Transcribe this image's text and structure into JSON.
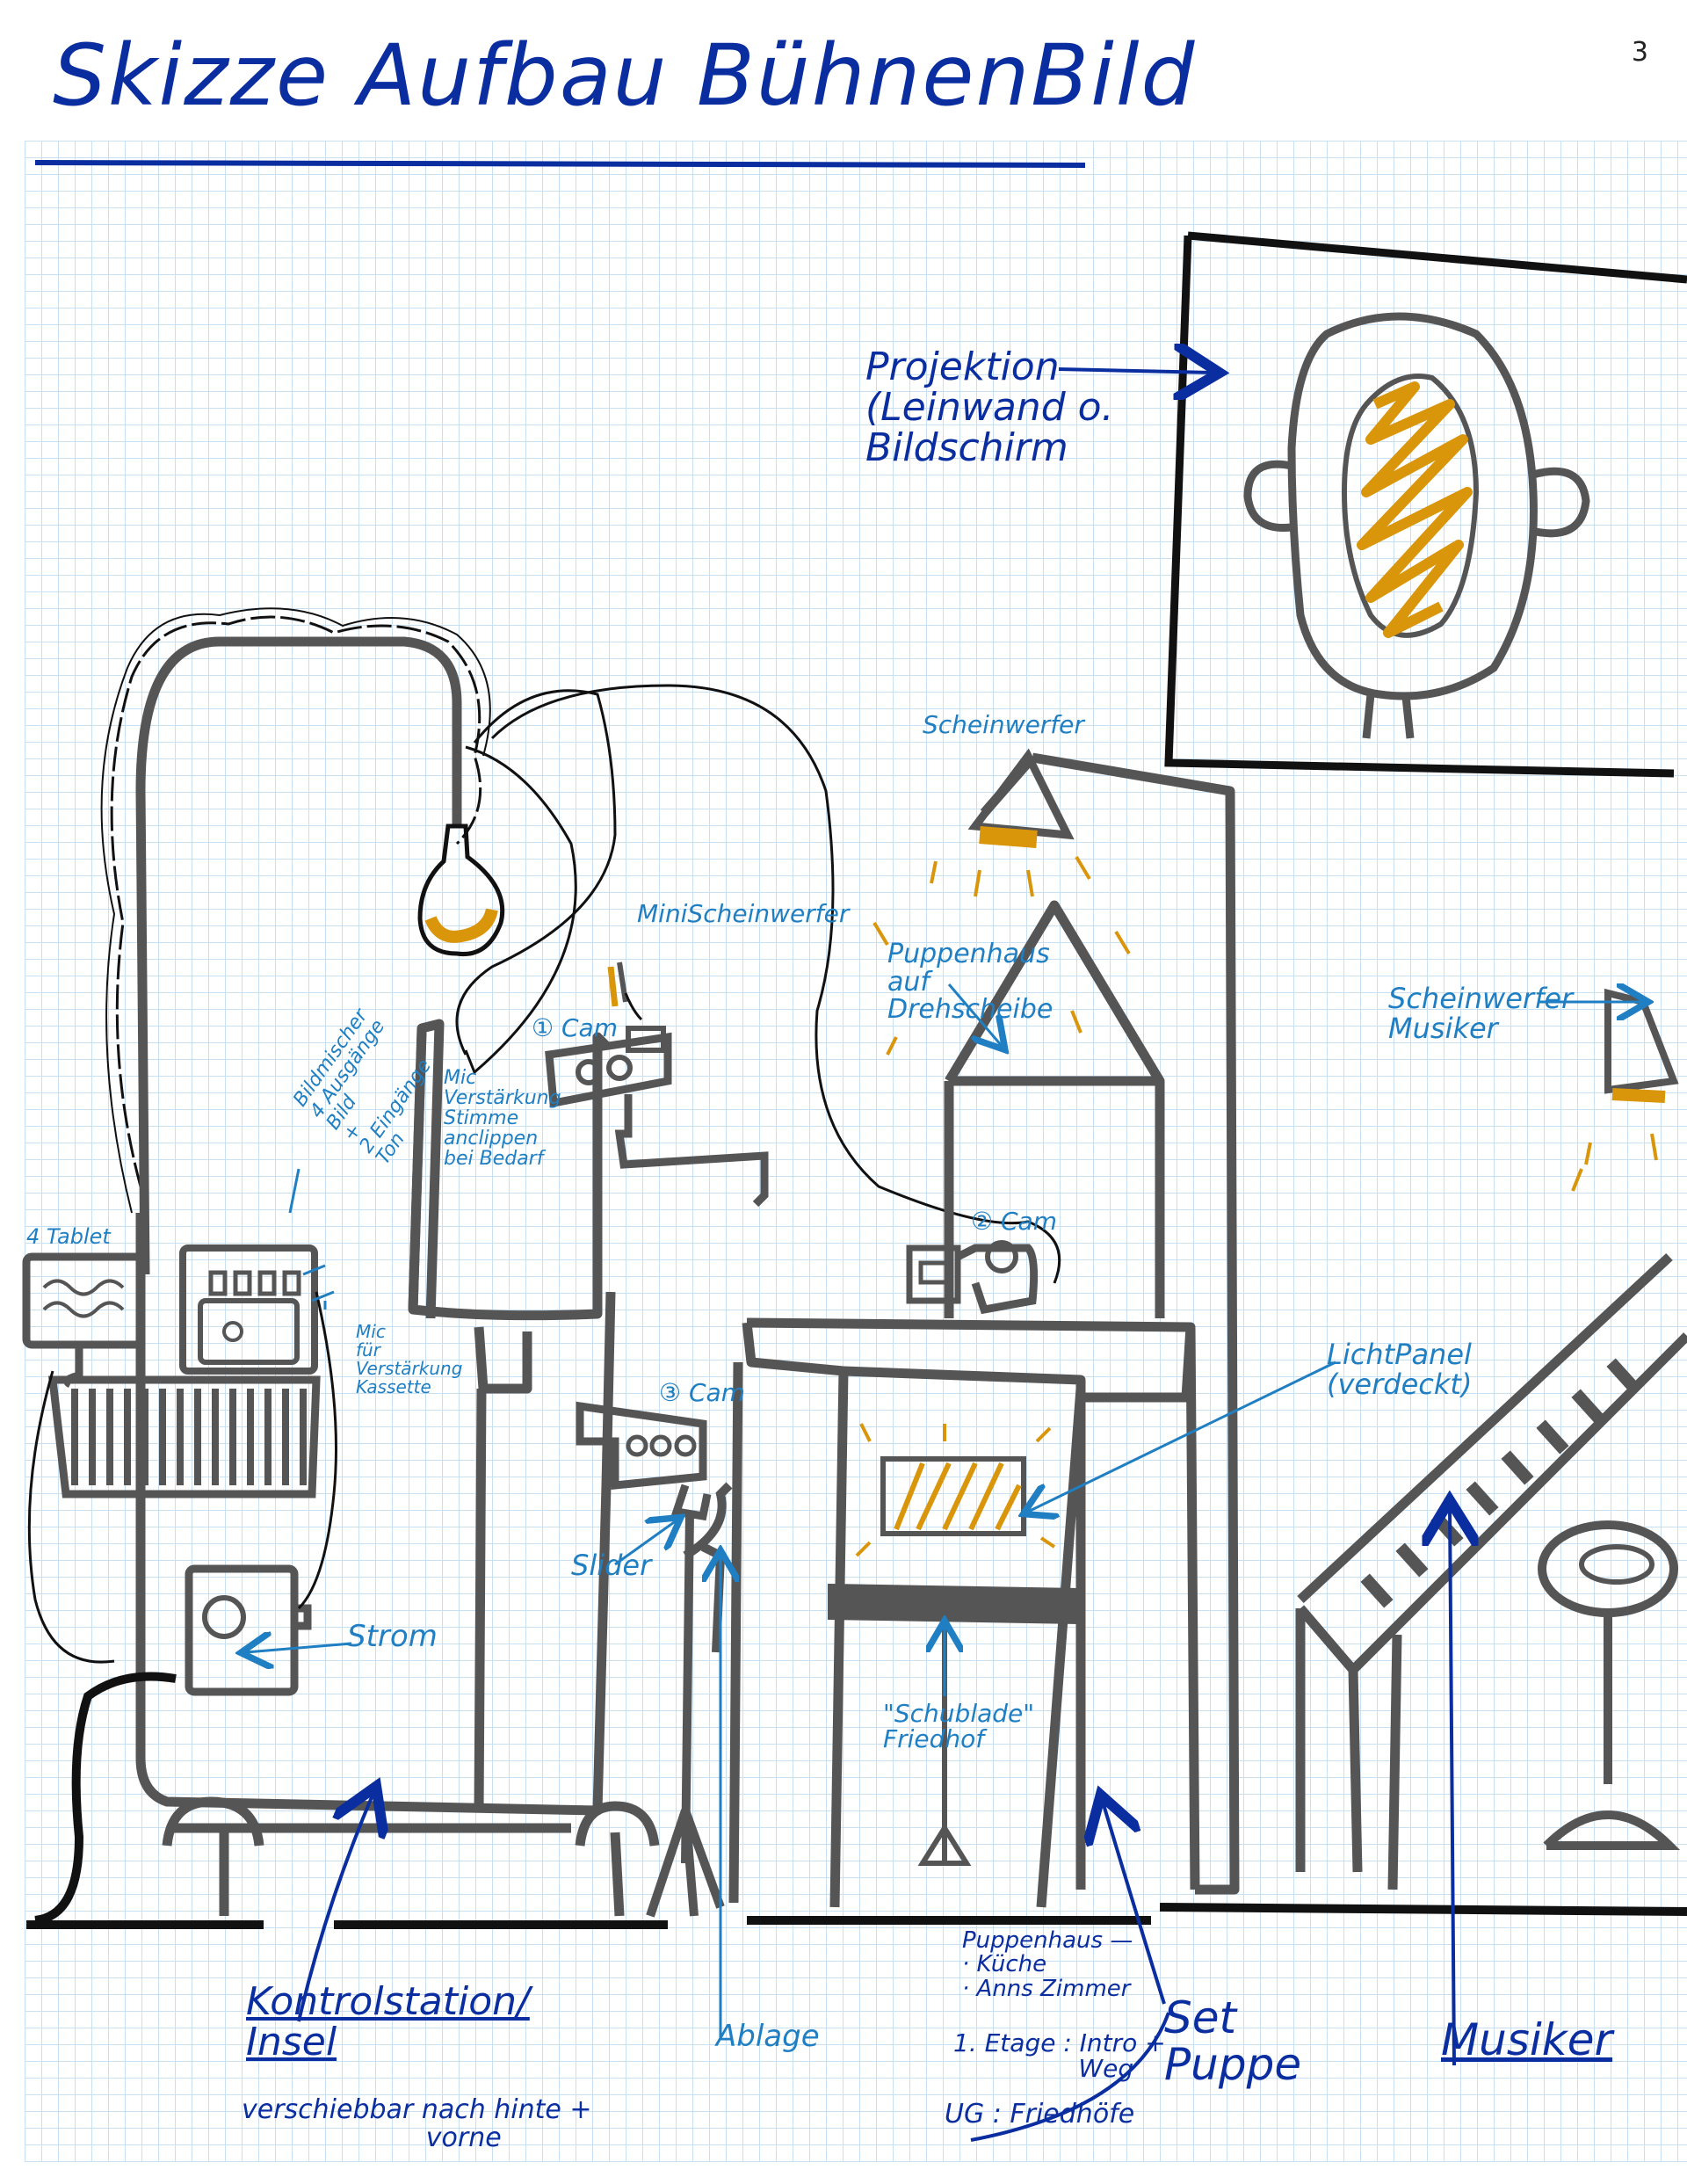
{
  "page_number": "3",
  "title": "Skizze Aufbau BühnenBild",
  "colors": {
    "ink": "#555555",
    "dark_ink": "#111111",
    "blue": "#1f7fc2",
    "dark_blue": "#0a2ea0",
    "accent": "#d9960a",
    "grid": "#c9dff2"
  },
  "labels": {
    "projektion": "Projektion\n(Leinwand o.\nBildschirm",
    "scheinwerfer_top": "Scheinwerfer",
    "mini_scheinwerfer": "MiniScheinwerfer",
    "puppenhaus_drehscheibe": "Puppenhaus\nauf\nDrehscheibe",
    "scheinwerfer_musiker": "Scheinwerfer\nMusiker",
    "cam1": "① Cam",
    "cam2": "② Cam",
    "cam3": "③ Cam",
    "mic_stimme": "Mic\nVerstärkung\nStimme\nanclippen\nbei Bedarf",
    "bildmischer": "Bildmischer\n4 Ausgänge\nBild\n+\n2 Eingänge\nTon",
    "tablet": "4 Tablet",
    "mic_kassette": "Mic\nfür\nVerstärkung\nKassette",
    "licht_panel": "LichtPanel\n(verdeckt)",
    "slider": "Slider",
    "strom": "Strom",
    "schublade": "\"Schublade\"\nFriedhof",
    "kontrollstation": "Kontrolstation/\nInsel",
    "verschiebbar": "verschiebbar nach hinte +\n                      vorne",
    "ablage": "Ablage",
    "puppenhaus_list": "Puppenhaus —\n· Küche\n· Anns Zimmer",
    "etage": "1. Etage : Intro +\n                Weg",
    "ug": "UG : Friedhöfe",
    "set_puppe": "Set\nPuppe",
    "musiker": "Musiker"
  }
}
